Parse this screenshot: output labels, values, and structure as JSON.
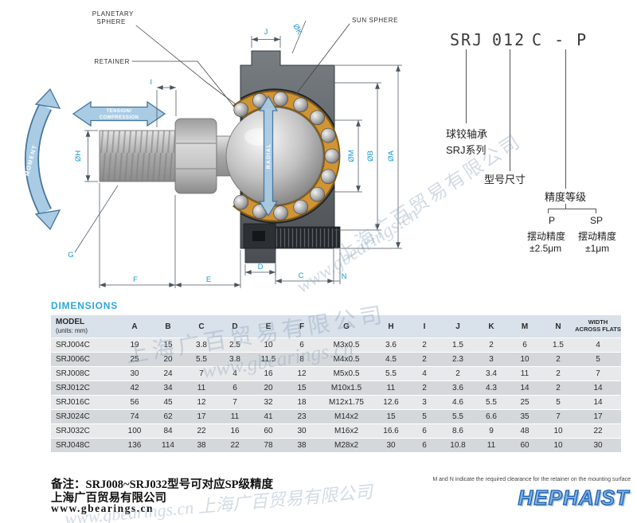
{
  "colors": {
    "accent_cyan": "#189AD4",
    "retainer_orange": "#C98F35",
    "arrow_blue": "#A9CBE4",
    "logo_blue": "#1C5FAE",
    "table_header_bg": "#D9E1EA"
  },
  "diagram": {
    "callouts": {
      "planetary_sphere_1": "PLANETARY",
      "planetary_sphere_2": "SPHERE",
      "sun_sphere": "SUN SPHERE",
      "retainer": "RETAINER"
    },
    "load_arrows": {
      "moment": "MOMENT",
      "tension_1": "TENSION/",
      "tension_2": "COMPRESSION",
      "radial": "RADIAL"
    },
    "dim_labels": {
      "h": "ØH",
      "i": "I",
      "j": "J",
      "k": "ØK",
      "m": "ØM",
      "b": "ØB",
      "a": "ØA",
      "g": "G",
      "f": "F",
      "e": "E",
      "d": "D",
      "c": "C",
      "n": "N"
    }
  },
  "part_number": {
    "series": "SRJ",
    "size": "012",
    "suffix": "C - P",
    "series_label_1": "球铰轴承",
    "series_label_2": "SRJ系列",
    "size_label": "型号尺寸",
    "grade_label": "精度等级",
    "grade_p": "P",
    "grade_sp": "SP",
    "p_desc_1": "摆动精度",
    "p_desc_2": "±2.5μm",
    "sp_desc_1": "摆动精度",
    "sp_desc_2": "±1μm"
  },
  "table": {
    "title": "DIMENSIONS",
    "units_note": "(units: mm)",
    "headers": [
      "MODEL",
      "A",
      "B",
      "C",
      "D",
      "E",
      "F",
      "G",
      "H",
      "I",
      "J",
      "K",
      "M",
      "N",
      "WIDTH ACROSS FLATS"
    ],
    "rows": [
      [
        "SRJ004C",
        19,
        15,
        3.8,
        2.5,
        10,
        6,
        "M3x0.5",
        3.6,
        2,
        1.5,
        2,
        6,
        1.5,
        4
      ],
      [
        "SRJ006C",
        25,
        20,
        5.5,
        3.8,
        11.5,
        8,
        "M4x0.5",
        4.5,
        2,
        2.3,
        3,
        10,
        2,
        5
      ],
      [
        "SRJ008C",
        30,
        24,
        7,
        4,
        16,
        12,
        "M5x0.5",
        5.5,
        4,
        2,
        3.4,
        11,
        2,
        7
      ],
      [
        "SRJ012C",
        42,
        34,
        11,
        6,
        20,
        15,
        "M10x1.5",
        11,
        2,
        3.6,
        4.3,
        14,
        2,
        14
      ],
      [
        "SRJ016C",
        56,
        45,
        12,
        7,
        32,
        18,
        "M12x1.75",
        12.6,
        3,
        4.6,
        5.5,
        25,
        5,
        14
      ],
      [
        "SRJ024C",
        74,
        62,
        17,
        11,
        41,
        23,
        "M14x2",
        15,
        5,
        5.5,
        6.6,
        35,
        7,
        17
      ],
      [
        "SRJ032C",
        100,
        84,
        22,
        16,
        60,
        30,
        "M16x2",
        16.6,
        6,
        8.6,
        9,
        48,
        10,
        22
      ],
      [
        "SRJ048C",
        136,
        114,
        38,
        22,
        78,
        38,
        "M28x2",
        30,
        6,
        10.8,
        11,
        60,
        10,
        30
      ]
    ]
  },
  "footer": {
    "note_cn": "备注：SRJ008~SRJ032型号可对应SP级精度",
    "company": "上海广百贸易有限公司",
    "website": "www.gbearings.cn",
    "table_note": "M and N indicate the required clearance for the retainer on the mounting surface",
    "logo": "HEPHAIST"
  },
  "watermarks": [
    "上海广百贸易有限公司",
    "www.gbearings.cn",
    "上海广百贸易有限公司",
    "www.gbearings.cn",
    "www.gbearings.cn  上海广百贸易有限公司"
  ]
}
